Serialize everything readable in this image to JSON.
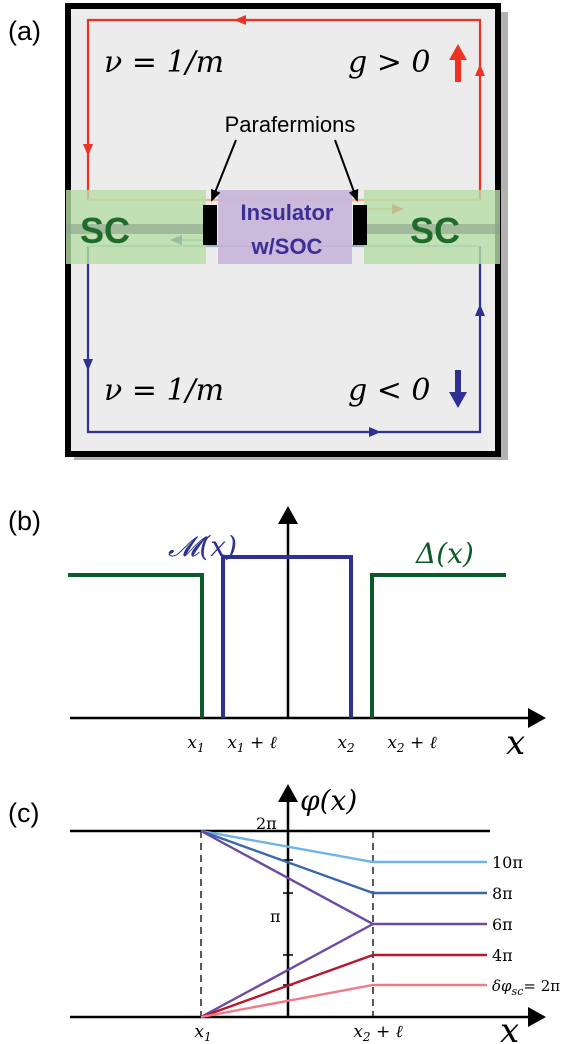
{
  "panel_a": {
    "label": "(a)",
    "nu_top": "ν = 1/m",
    "g_top": "g > 0",
    "nu_bottom": "ν = 1/m",
    "g_bottom": "g < 0",
    "parafermions": "Parafermions",
    "sc_left": "SC",
    "sc_right": "SC",
    "insulator_line1": "Insulator",
    "insulator_line2": "w/SOC",
    "colors": {
      "top_edge": "#ee3324",
      "bottom_edge": "#2e3192",
      "sc": "#1f6b2a",
      "insulator": "#3b2f95"
    }
  },
  "panel_b": {
    "label": "(b)",
    "m_label": "𝓜(x)",
    "delta_label": "Δ(x)",
    "x_axis_label": "x",
    "ticks": [
      "x1",
      "x1 + ℓ",
      "x2",
      "x2 + ℓ"
    ],
    "colors": {
      "m": "#2e3192",
      "delta": "#0b5b2a"
    }
  },
  "panel_c": {
    "label": "(c)",
    "y_axis_label": "φ(x)",
    "x_axis_label": "x",
    "y_ticks": [
      "2π",
      "π"
    ],
    "x_ticks": [
      "x1",
      "x2 + ℓ"
    ],
    "line_labels": [
      "10π",
      "8π",
      "6π",
      "4π",
      "δφsc= 2π"
    ],
    "colors": {
      "10pi": "#6cb4e4",
      "8pi": "#3a67ab",
      "6pi": "#6b4aa3",
      "4pi": "#b5182f",
      "2pi": "#ee7b8a"
    }
  }
}
